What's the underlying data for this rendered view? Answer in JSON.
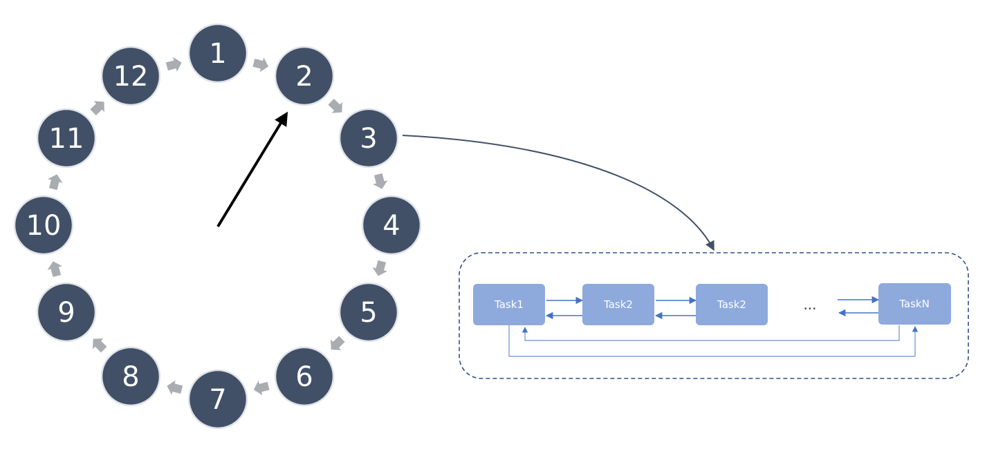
{
  "clock": {
    "slots": [
      "1",
      "2",
      "3",
      "4",
      "5",
      "6",
      "7",
      "8",
      "9",
      "10",
      "11",
      "12"
    ],
    "expanded_slot": "3",
    "pointer_target": "2"
  },
  "task_queue": {
    "tasks": [
      "Task1",
      "Task2",
      "Task2",
      "TaskN"
    ],
    "ellipsis": "..."
  },
  "colors": {
    "node_fill": "#415066",
    "node_border": "#dfe3e9",
    "chevron": "#a9adb2",
    "task_fill": "#8eaadc",
    "task_arrow": "#4472c4",
    "connector": "#415066",
    "container_border": "#2e4f86",
    "pointer": "#000000"
  }
}
